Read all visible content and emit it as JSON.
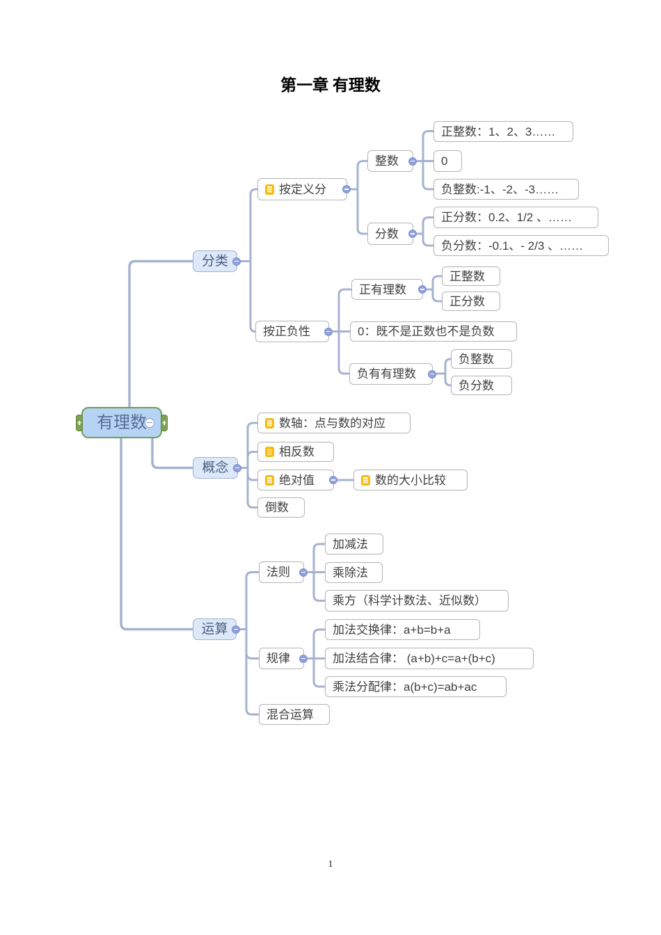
{
  "page": {
    "title": "第一章 有理数",
    "page_number": "1"
  },
  "map": {
    "root": "有理数",
    "classification": {
      "label": "分类",
      "by_definition": {
        "label": "按定义分",
        "integers": {
          "label": "整数",
          "children": {
            "positive": "正整数：1、2、3……",
            "zero": "0",
            "negative": "负整数:-1、-2、-3……"
          }
        },
        "fractions": {
          "label": "分数",
          "children": {
            "positive": "正分数：0.2、1/2 、……",
            "negative": "负分数：-0.1、- 2/3 、……"
          }
        }
      },
      "by_sign": {
        "label": "按正负性",
        "positive_rationals": {
          "label": "正有理数",
          "children": {
            "positive_integers": "正整数",
            "positive_fractions": "正分数"
          }
        },
        "zero_note": "0：既不是正数也不是负数",
        "negative_rationals": {
          "label": "负有有理数",
          "children": {
            "negative_integers": "负整数",
            "negative_fractions": "负分数"
          }
        }
      }
    },
    "concepts": {
      "label": "概念",
      "number_line": "数轴：点与数的对应",
      "opposite_number": "相反数",
      "absolute_value": {
        "label": "绝对值",
        "comparison": "数的大小比较"
      },
      "reciprocal": "倒数"
    },
    "operations": {
      "label": "运算",
      "rules": {
        "label": "法则",
        "children": {
          "add_sub": "加减法",
          "mul_div": "乘除法",
          "power": "乘方（科学计数法、近似数）"
        }
      },
      "laws": {
        "label": "规律",
        "children": {
          "commutative": "加法交换律：a+b=b+a",
          "associative": "加法结合律： (a+b)+c=a+(b+c)",
          "distributive": "乘法分配律：a(b+c)=ab+ac"
        }
      },
      "mixed": "混合运算"
    }
  },
  "colors": {
    "connector": "#a5b2d0",
    "node_border": "#b3b3b3",
    "topic_fill": "#dde9f8",
    "topic_border": "#9db1d4",
    "root_fill": "#b7d3f3",
    "root_border": "#6f9d52",
    "note_icon": "#f6ba13",
    "collapse_icon": "#8fa0da"
  }
}
